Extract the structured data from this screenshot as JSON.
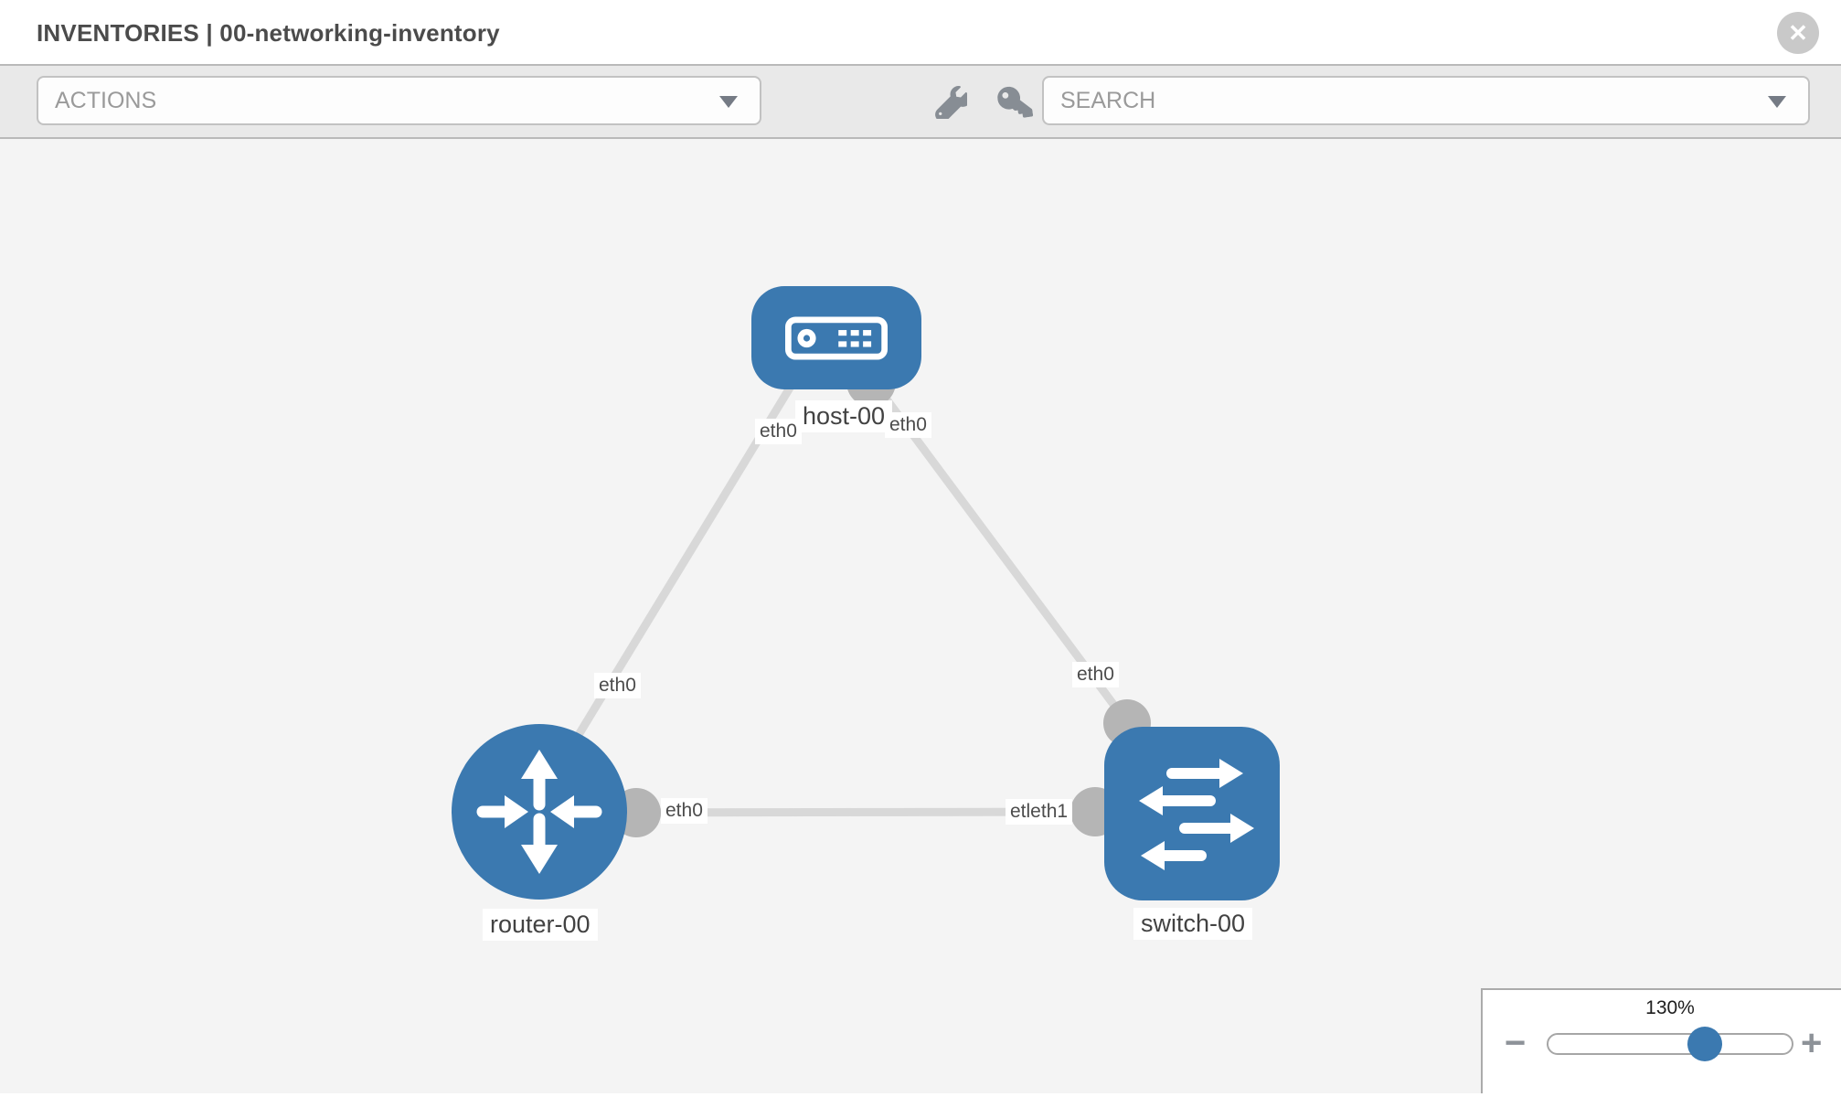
{
  "header": {
    "title": "INVENTORIES | 00-networking-inventory",
    "close_glyph": "✕"
  },
  "toolbar": {
    "actions_label": "ACTIONS",
    "search_label": "SEARCH",
    "icons": [
      "wrench-icon",
      "key-icon"
    ]
  },
  "topology": {
    "nodes": {
      "host": {
        "label": "host-00",
        "type": "host"
      },
      "router": {
        "label": "router-00",
        "type": "router"
      },
      "switch": {
        "label": "switch-00",
        "type": "switch"
      }
    },
    "interfaces": {
      "host_left_eth": "eth0",
      "host_right_eth": "eth0",
      "host_router_link_router_end": "eth0",
      "host_switch_link_switch_end": "eth0",
      "router_switch_link_router_end": "eth0",
      "router_switch_link_switch_end": "etleth1"
    },
    "links": [
      {
        "source": "host-00",
        "target": "router-00"
      },
      {
        "source": "host-00",
        "target": "switch-00"
      },
      {
        "source": "router-00",
        "target": "switch-00"
      }
    ]
  },
  "zoom_control": {
    "level_label": "130%",
    "minus_glyph": "−",
    "plus_glyph": "+"
  },
  "colors": {
    "node_blue": "#3b79b0",
    "link_gray": "#d8d8d8",
    "connector_gray": "#b5b5b5",
    "toolbar_gray": "#e9e9e9",
    "canvas_gray": "#f4f4f4"
  }
}
